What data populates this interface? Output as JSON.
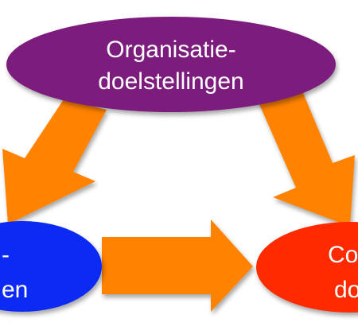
{
  "nodes": {
    "top": {
      "line1": "Organisatie-",
      "line2": "doelstellingen",
      "color": "#7B1F7D"
    },
    "left": {
      "line1": "-",
      "line2": "en",
      "color": "#0A2BF5"
    },
    "right": {
      "line1": "Co",
      "line2": "do",
      "color": "#FF2A00"
    }
  },
  "arrows": {
    "color": "#FF8200",
    "items": [
      "top-to-left",
      "top-to-right",
      "left-to-right"
    ]
  }
}
